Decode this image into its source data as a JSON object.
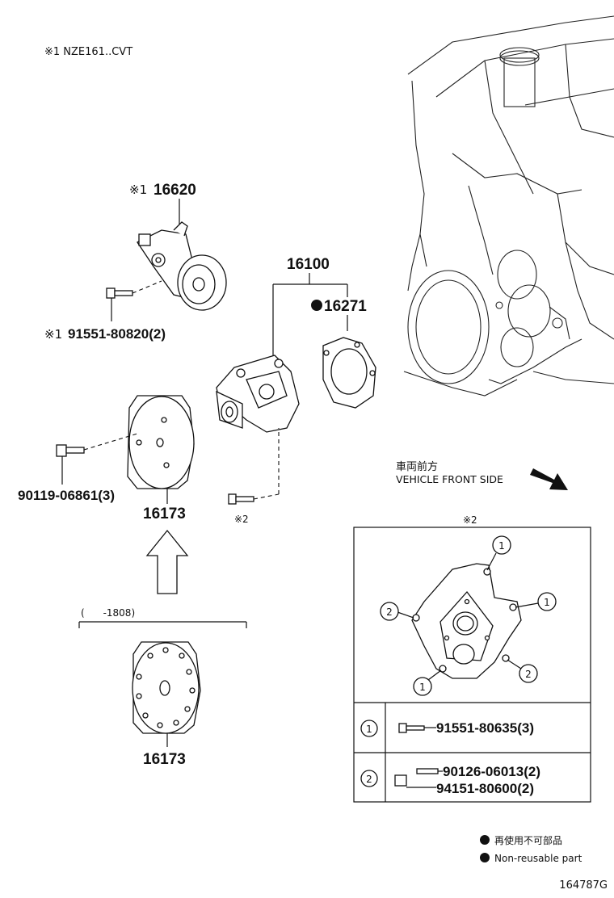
{
  "notes": {
    "note1": "※1 NZE161..CVT",
    "note2_mark": "※2",
    "note2_mark_inset": "※2",
    "date_range": "(      -1808)",
    "vehicle_front_jp": "車両前方",
    "vehicle_front_en": "VEHICLE FRONT SIDE",
    "drawing_id": "164787G"
  },
  "parts": {
    "tensioner": {
      "mark": "※1",
      "number": "16620"
    },
    "tensioner_bolt": {
      "mark": "※1",
      "number": "91551-80820(2)"
    },
    "water_pump": {
      "number": "16100"
    },
    "gasket": {
      "number": "16271"
    },
    "pulley_bolt": {
      "number": "90119-06861(3)"
    },
    "pulley": {
      "number": "16173"
    },
    "pulley_old": {
      "number": "16173"
    }
  },
  "inset": {
    "callouts": [
      "1",
      "2",
      "1",
      "2",
      "1"
    ],
    "rows": [
      {
        "key": "1",
        "parts": [
          "91551-80635(3)"
        ]
      },
      {
        "key": "2",
        "parts": [
          "90126-06013(2)",
          "94151-80600(2)"
        ]
      }
    ]
  },
  "legend": {
    "jp": "再使用不可部品",
    "en": "Non-reusable part"
  }
}
